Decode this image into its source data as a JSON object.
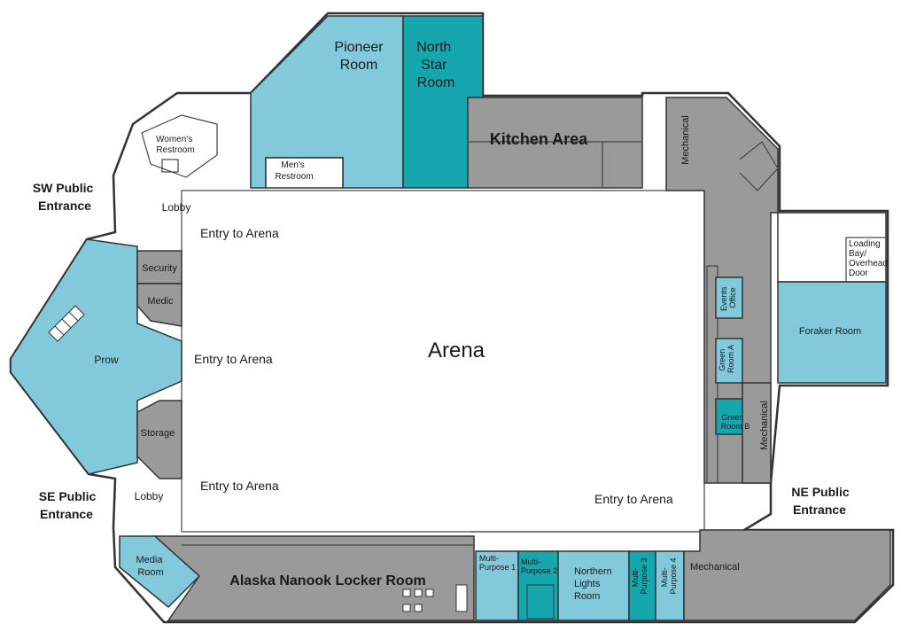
{
  "colors": {
    "light_blue": "#82c9dc",
    "teal": "#16a6ae",
    "gray": "#9a9a9a",
    "wall": "#333333"
  },
  "rooms": {
    "pioneer": "Pioneer Room",
    "north_star": [
      "North",
      "Star",
      "Room"
    ],
    "kitchen": "Kitchen Area",
    "womens_restroom": [
      "Women's",
      "Restroom"
    ],
    "mens_restroom": [
      "Men's",
      "Restroom"
    ],
    "mechanical_top": "Mechanical",
    "loading_bay": [
      "Loading",
      "Bay/",
      "Overhead",
      "Door"
    ],
    "foraker": "Foraker Room",
    "events_office": [
      "Events",
      "Office"
    ],
    "green_room_a": [
      "Green",
      "Room A"
    ],
    "green_room_b": [
      "Green",
      "Room B"
    ],
    "mechanical_right": "Mechanical",
    "security": "Security",
    "medic": "Medic",
    "prow": "Prow",
    "storage": "Storage",
    "media_room": [
      "Media",
      "Room"
    ],
    "locker_room": "Alaska Nanook Locker Room",
    "multi_purpose_1": [
      "Multi-",
      "Purpose 1"
    ],
    "multi_purpose_2": [
      "Multi-",
      "Purpose 2"
    ],
    "northern_lights": [
      "Northern",
      "Lights",
      "Room"
    ],
    "multi_purpose_3": [
      "Multi-",
      "Purpose 3"
    ],
    "multi_purpose_4": [
      "Multi-",
      "Purpose 4"
    ],
    "mechanical_bottom": "Mechanical",
    "arena": "Arena"
  },
  "areas": {
    "lobby_top": "Lobby",
    "lobby_bottom": "Lobby",
    "entry_1": "Entry to Arena",
    "entry_2": "Entry to Arena",
    "entry_3": "Entry to Arena",
    "entry_4": "Entry to Arena"
  },
  "entrances": {
    "sw": [
      "SW Public",
      "Entrance"
    ],
    "se": [
      "SE Public",
      "Entrance"
    ],
    "ne": [
      "NE Public",
      "Entrance"
    ]
  }
}
